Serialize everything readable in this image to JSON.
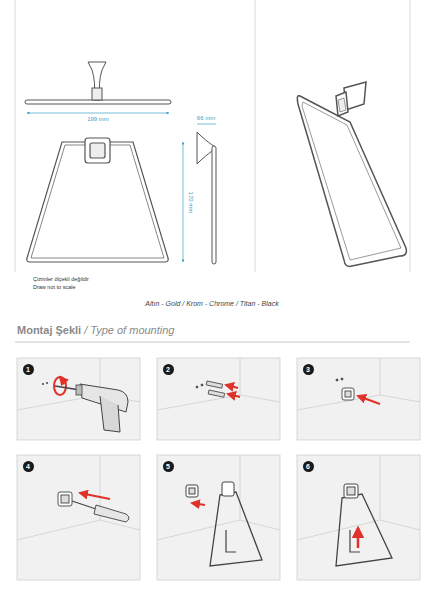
{
  "diagram": {
    "labels": [
      "199 mm",
      "66 mm",
      "170 mm",
      "Çizimler ölçekli değildir",
      "Draw not to scale",
      "Altın - Gold / Krom - Chrome / Titan - Black",
      "Montaj Şekli",
      "/ Type of mounting",
      "1",
      "2",
      "3",
      "4",
      "5",
      "6"
    ]
  }
}
